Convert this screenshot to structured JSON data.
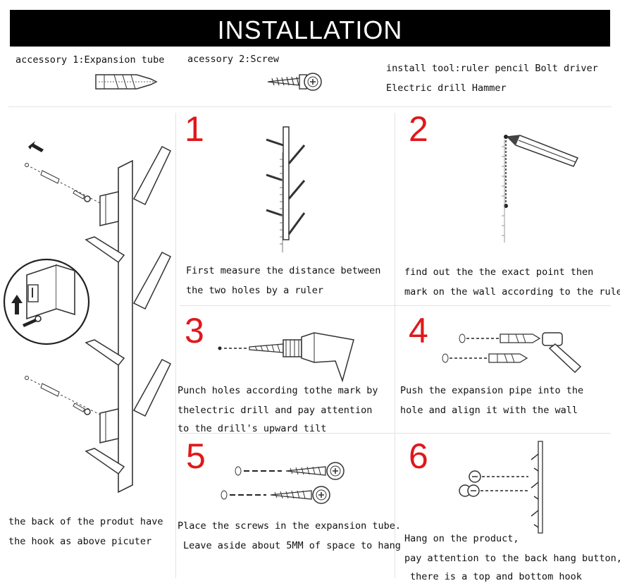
{
  "header": {
    "title": "INSTALLATION"
  },
  "accessories": {
    "accessory1": "accessory 1:Expansion tube",
    "accessory2": "acessory 2:Screw",
    "tools_line1": "install tool:ruler pencil Bolt driver",
    "tools_line2": "Electric drill Hammer"
  },
  "left_panel": {
    "caption_line1": "the back of the produt have",
    "caption_line2": "the hook as above picuter"
  },
  "steps": [
    {
      "number": "1",
      "lines": [
        "First measure the distance between",
        "the two holes by a ruler"
      ]
    },
    {
      "number": "2",
      "lines": [
        "find out the the exact point then",
        "mark on the wall according to the ruler"
      ]
    },
    {
      "number": "3",
      "lines": [
        "Punch holes according tothe  mark by",
        "thelectric drill and pay attention",
        "to the drill's upward tilt"
      ]
    },
    {
      "number": "4",
      "lines": [
        "Push the expansion pipe into the",
        "hole and align it with the wall"
      ]
    },
    {
      "number": "5",
      "lines": [
        "Place the screws in the expansion tube.",
        "Leave aside about 5MM of space to hang"
      ]
    },
    {
      "number": "6",
      "lines": [
        "Hang on the product,",
        "pay attention to the back hang button,",
        "there is a top and bottom  hook"
      ]
    }
  ]
}
